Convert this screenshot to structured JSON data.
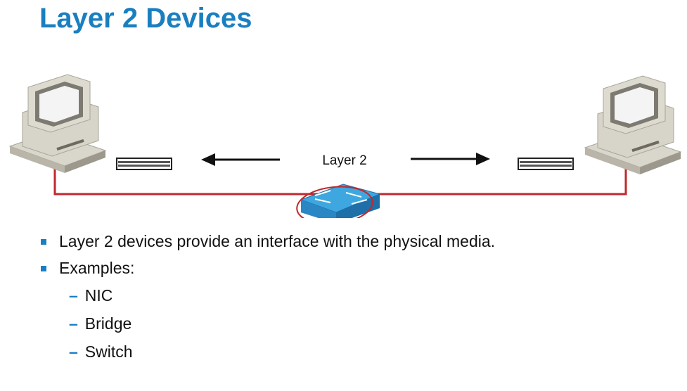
{
  "title": "Layer 2 Devices",
  "diagram": {
    "center_label": "Layer 2",
    "link_color": "#c0282d",
    "switch_color": "#2f9ad8",
    "accent_color": "#1a7fc1",
    "left_device_icon": "computer-icon",
    "right_device_icon": "computer-icon",
    "center_device_icon": "switch-icon"
  },
  "bullets": [
    {
      "text": "Layer 2 devices provide an interface with the physical media."
    },
    {
      "text": "Examples:"
    }
  ],
  "examples": [
    {
      "text": "NIC"
    },
    {
      "text": "Bridge"
    },
    {
      "text": "Switch"
    }
  ]
}
